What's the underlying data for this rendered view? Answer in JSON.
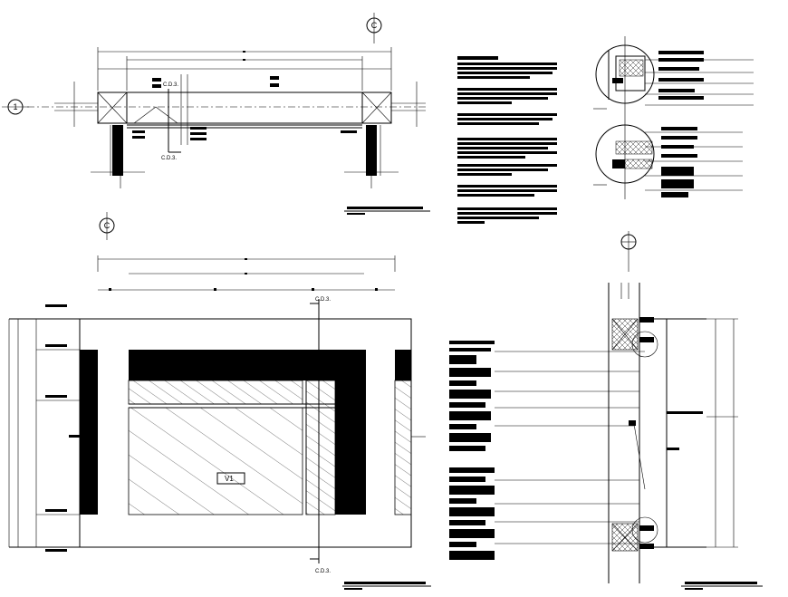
{
  "drawing": {
    "grid_bubbles": {
      "top_c": "C",
      "left_1": "1",
      "mid_c": "C"
    },
    "section_refs": {
      "plan_cut_a": "C.D.3.",
      "plan_cut_b": "C.D.3.",
      "elev_cut_top": "C.D.3.",
      "elev_cut_bottom": "C.D.3."
    },
    "window_tag": "V1"
  }
}
